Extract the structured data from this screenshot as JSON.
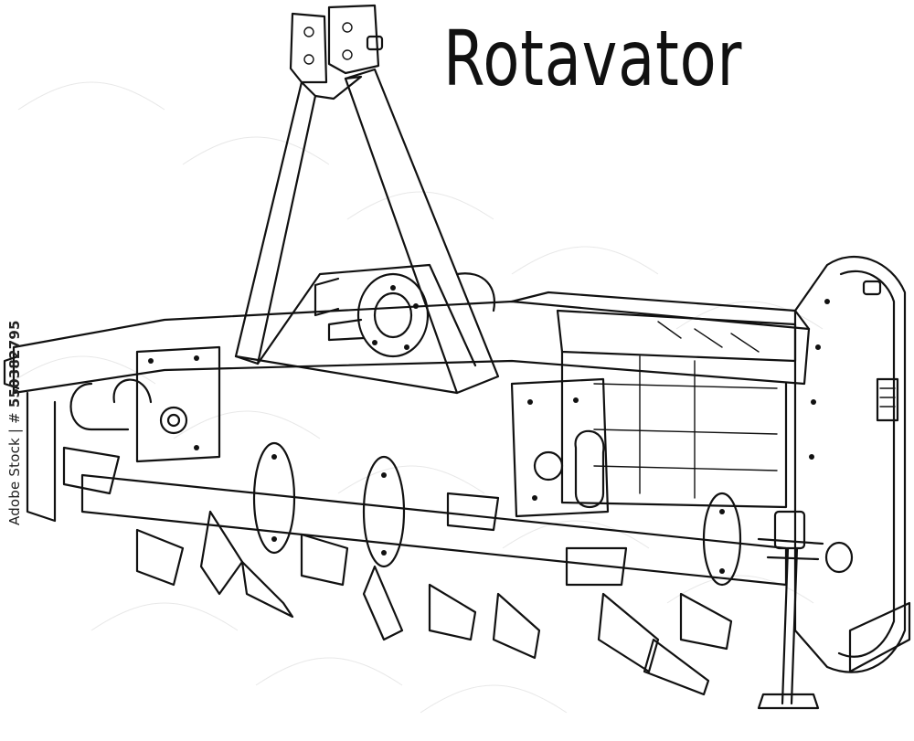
{
  "title": "Rotavator",
  "stock": {
    "brand": "Adobe Stock",
    "separator": "| #",
    "number": "550382795"
  }
}
